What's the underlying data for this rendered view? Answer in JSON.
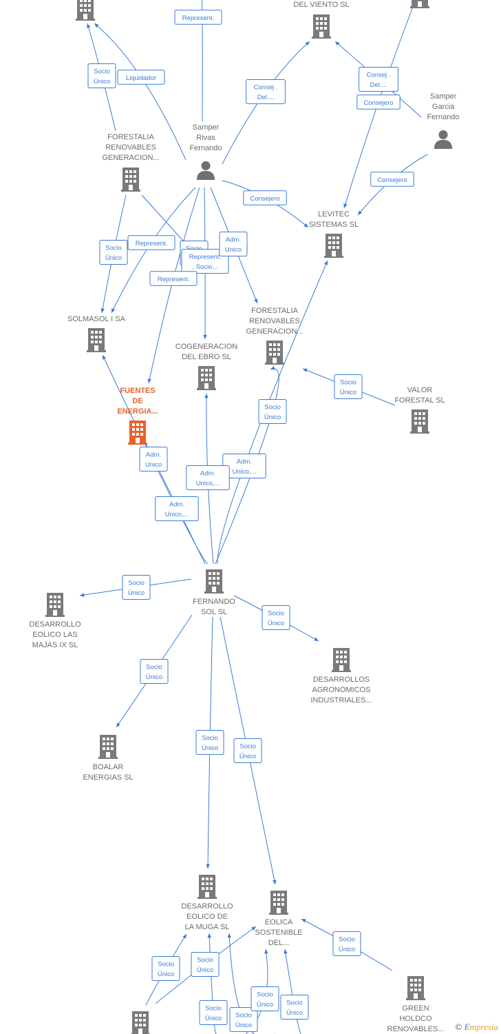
{
  "colors": {
    "edge": "#3a7bd5",
    "company": "#7a7a7a",
    "highlight": "#e8612c",
    "person": "#707070"
  },
  "nodes": [
    {
      "id": "n_top_left",
      "type": "company",
      "label": []
    },
    {
      "id": "n_del_viento",
      "type": "company",
      "label": [
        "DEL VIENTO SL"
      ]
    },
    {
      "id": "n_top_right",
      "type": "company",
      "label": []
    },
    {
      "id": "p_samper_rivas",
      "type": "person",
      "label": [
        "Samper",
        "Rivas",
        "Fernando"
      ]
    },
    {
      "id": "p_samper_garcia",
      "type": "person",
      "label": [
        "Samper",
        "Garcia",
        "Fernando"
      ]
    },
    {
      "id": "n_forestalia_a",
      "type": "company",
      "label": [
        "FORESTALIA",
        "RENOVABLES",
        "GENERACION..."
      ]
    },
    {
      "id": "n_levitec",
      "type": "company",
      "label": [
        "LEVITEC",
        "SISTEMAS  SL"
      ]
    },
    {
      "id": "n_solmasol",
      "type": "company",
      "label": [
        "SOLMASOL I SA"
      ]
    },
    {
      "id": "n_cogeneracion",
      "type": "company",
      "label": [
        "COGENERACION",
        "DEL EBRO  SL"
      ]
    },
    {
      "id": "n_forestalia_b",
      "type": "company",
      "label": [
        "FORESTALIA",
        "RENOVABLES",
        "GENERACION..."
      ]
    },
    {
      "id": "n_fuentes",
      "type": "highlight",
      "label": [
        "FUENTES",
        "DE",
        "ENERGIA..."
      ]
    },
    {
      "id": "n_valor",
      "type": "company",
      "label": [
        "VALOR",
        "FORESTAL SL"
      ]
    },
    {
      "id": "n_fernando_sol",
      "type": "company",
      "label": [
        "FERNANDO",
        "SOL SL"
      ]
    },
    {
      "id": "n_desarrollo_majas",
      "type": "company",
      "label": [
        "DESARROLLO",
        "EOLICO LAS",
        "MAJAS IX  SL"
      ]
    },
    {
      "id": "n_desarrollos_agro",
      "type": "company",
      "label": [
        "DESARROLLOS",
        "AGRONOMICOS",
        "INDUSTRIALES..."
      ]
    },
    {
      "id": "n_boalar",
      "type": "company",
      "label": [
        "BOALAR",
        "ENERGIAS  SL"
      ]
    },
    {
      "id": "n_desarrollo_muga",
      "type": "company",
      "label": [
        "DESARROLLO",
        "EOLICO DE",
        "LA MUGA SL"
      ]
    },
    {
      "id": "n_eolica",
      "type": "company",
      "label": [
        "EOLICA",
        "SOSTENIBLE",
        "DEL..."
      ]
    },
    {
      "id": "n_green_holdco",
      "type": "company",
      "label": [
        "GREEN",
        "HOLDCO",
        "RENOVABLES..."
      ]
    },
    {
      "id": "n_bottom_left",
      "type": "company",
      "label": []
    }
  ],
  "edges": [
    {
      "from": "n_forestalia_a",
      "to": "n_top_left",
      "label": [
        "Socio",
        "Único"
      ]
    },
    {
      "from": "p_samper_rivas",
      "to": "n_top_left",
      "label": [
        "Liquidador"
      ]
    },
    {
      "from": "p_samper_rivas",
      "to": "n_top_offscreen",
      "label": [
        "Represent."
      ]
    },
    {
      "from": "p_samper_rivas",
      "to": "n_del_viento",
      "label": [
        "Consej .",
        "Del...."
      ]
    },
    {
      "from": "p_samper_garcia",
      "to": "n_del_viento",
      "label": [
        "Consej .",
        "Del...."
      ]
    },
    {
      "from": "n_top_right",
      "to": "n_levitec",
      "label": [
        "Consejero"
      ]
    },
    {
      "from": "p_samper_garcia",
      "to": "n_levitec",
      "label": [
        "Consejero"
      ]
    },
    {
      "from": "p_samper_rivas",
      "to": "n_levitec",
      "label": [
        "Consejero"
      ]
    },
    {
      "from": "n_forestalia_a",
      "to": "n_solmasol",
      "label": [
        "Socio",
        "Único"
      ]
    },
    {
      "from": "p_samper_rivas",
      "to": "n_solmasol",
      "label": [
        "Represent."
      ]
    },
    {
      "from": "n_forestalia_a",
      "to": "n_forestalia_b",
      "label": [
        "Socio",
        "Único"
      ]
    },
    {
      "from": "p_samper_rivas",
      "to": "n_cogeneracion",
      "label": [
        "Represent.",
        ", Socio..."
      ]
    },
    {
      "from": "p_samper_rivas",
      "to": "n_forestalia_b",
      "label": [
        "Adm.",
        "Unico"
      ]
    },
    {
      "from": "p_samper_rivas",
      "to": "n_fuentes",
      "label": [
        "Represent."
      ]
    },
    {
      "from": "n_valor",
      "to": "n_forestalia_b",
      "label": [
        "Socio",
        "Único"
      ]
    },
    {
      "from": "n_fernando_sol",
      "to": "n_forestalia_b",
      "label": [
        "Socio",
        "Único"
      ]
    },
    {
      "from": "n_fernando_sol",
      "to": "n_levitec",
      "label": [
        "Adm.",
        "Unico,..."
      ]
    },
    {
      "from": "n_fernando_sol",
      "to": "n_cogeneracion",
      "label": [
        "Adm.",
        "Unico,..."
      ]
    },
    {
      "from": "n_fernando_sol",
      "to": "n_solmasol",
      "label": [
        "Adm.",
        "Unico,..."
      ]
    },
    {
      "from": "n_fernando_sol",
      "to": "n_fuentes",
      "label": [
        "Adm.",
        "Unico"
      ]
    },
    {
      "from": "n_fernando_sol",
      "to": "n_desarrollo_majas",
      "label": [
        "Socio",
        "Único"
      ]
    },
    {
      "from": "n_fernando_sol",
      "to": "n_desarrollos_agro",
      "label": [
        "Socio",
        "Único"
      ]
    },
    {
      "from": "n_fernando_sol",
      "to": "n_boalar",
      "label": [
        "Socio",
        "Único"
      ]
    },
    {
      "from": "n_fernando_sol",
      "to": "n_desarrollo_muga",
      "label": [
        "Socio",
        "Único"
      ]
    },
    {
      "from": "n_fernando_sol",
      "to": "n_eolica",
      "label": [
        "Socio",
        "Único"
      ]
    },
    {
      "from": "n_green_holdco",
      "to": "n_eolica",
      "label": [
        "Socio",
        "Único"
      ]
    },
    {
      "from": "n_bottom_left",
      "to": "n_desarrollo_muga",
      "label": [
        "Socio",
        "Único"
      ]
    },
    {
      "from": "n_bottom_left",
      "to": "n_desarrollo_muga",
      "label": [
        "Socio",
        "Único"
      ]
    },
    {
      "from": "n_bottom_offscreen_a",
      "to": "n_desarrollo_muga",
      "label": [
        "Socio",
        "Único"
      ]
    },
    {
      "from": "n_bottom_offscreen_b",
      "to": "n_desarrollo_muga",
      "label": [
        "Socio",
        "Único"
      ]
    },
    {
      "from": "n_bottom_offscreen_c",
      "to": "n_eolica",
      "label": [
        "Socio",
        "Único"
      ]
    },
    {
      "from": "n_bottom_offscreen_d",
      "to": "n_eolica",
      "label": [
        "Socio",
        "Único"
      ]
    }
  ],
  "credit": {
    "symbol": "©",
    "brand_first": "E",
    "brand_rest": "mpresia"
  }
}
